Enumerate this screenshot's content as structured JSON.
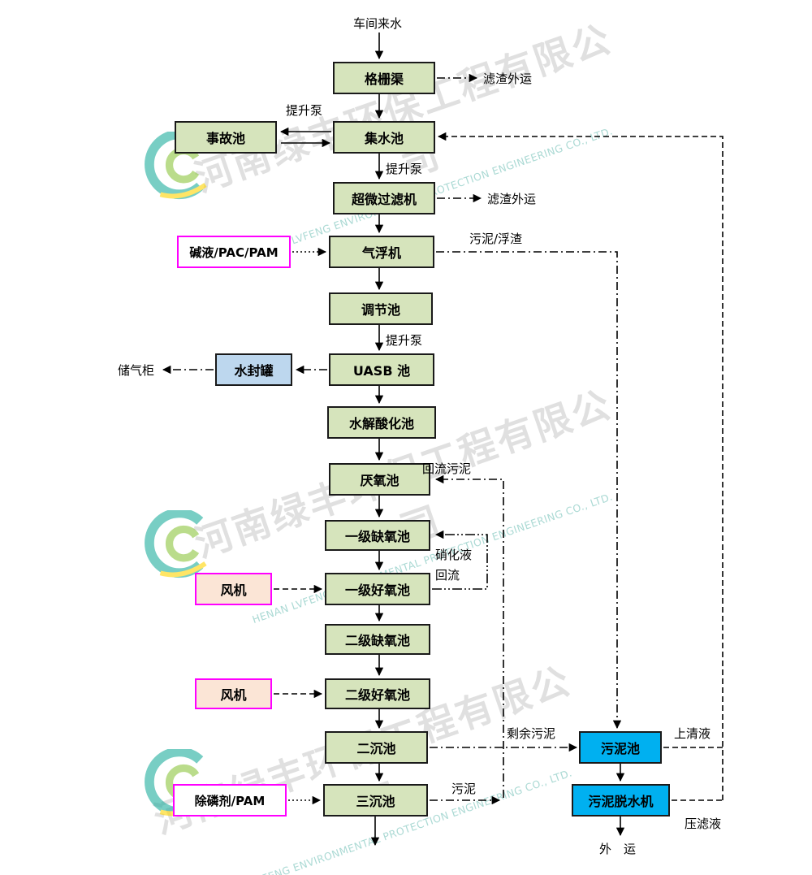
{
  "watermark": {
    "cn": "河南绿丰环保工程有限公司",
    "en": "HENAN LVFENG ENVIRONMENTAL PROTECTION ENGINEERING CO., LTD."
  },
  "nodes": {
    "grid_channel": {
      "label": "格栅渠"
    },
    "accident_pool": {
      "label": "事故池"
    },
    "collect_pool": {
      "label": "集水池"
    },
    "ultrafilter": {
      "label": "超微过滤机"
    },
    "air_flotation": {
      "label": "气浮机"
    },
    "alkali_pac_pam": {
      "label": "碱液/PAC/PAM"
    },
    "regulating_pool": {
      "label": "调节池"
    },
    "water_seal_tank": {
      "label": "水封罐"
    },
    "uasb": {
      "label": "UASB 池"
    },
    "hydrolysis": {
      "label": "水解酸化池"
    },
    "anaerobic": {
      "label": "厌氧池"
    },
    "anoxic_1": {
      "label": "一级缺氧池"
    },
    "aerobic_1": {
      "label": "一级好氧池"
    },
    "anoxic_2": {
      "label": "二级缺氧池"
    },
    "aerobic_2": {
      "label": "二级好氧池"
    },
    "fan1": {
      "label": "风机"
    },
    "fan2": {
      "label": "风机"
    },
    "sed_2": {
      "label": "二沉池"
    },
    "sed_3": {
      "label": "三沉池"
    },
    "dephos_pam": {
      "label": "除磷剂/PAM"
    },
    "sludge_pool": {
      "label": "污泥池"
    },
    "sludge_dewater": {
      "label": "污泥脱水机"
    }
  },
  "labels": {
    "incoming": "车间来水",
    "slag_out_top": "滤渣外运",
    "slag_out_mid": "滤渣外运",
    "lift_pump_1": "提升泵",
    "lift_pump_2": "提升泵",
    "lift_pump_3": "提升泵",
    "sludge_scum": "污泥/浮渣",
    "gas_holder": "储气柜",
    "return_sludge": "回流污泥",
    "nitrified_liquid": "硝化液",
    "reflux": "回流",
    "excess_sludge": "剩余污泥",
    "supernatant": "上清液",
    "sludge": "污泥",
    "filtrate": "压滤液",
    "outbound": "外　运"
  },
  "colors": {
    "node-green": "#d6e4bc",
    "node-blue": "#bdd7ee",
    "node-cyan": "#00b0f0",
    "fan-fill": "#fbe5d6",
    "chem-border": "#ff00ff",
    "line": "#000000",
    "watermark-gray": "#d9d9d9",
    "watermark-teal": "#a7d8d2",
    "logo-teal": "#1fae9e",
    "logo-green": "#8dc63f",
    "logo-yellow": "#ffd400"
  }
}
